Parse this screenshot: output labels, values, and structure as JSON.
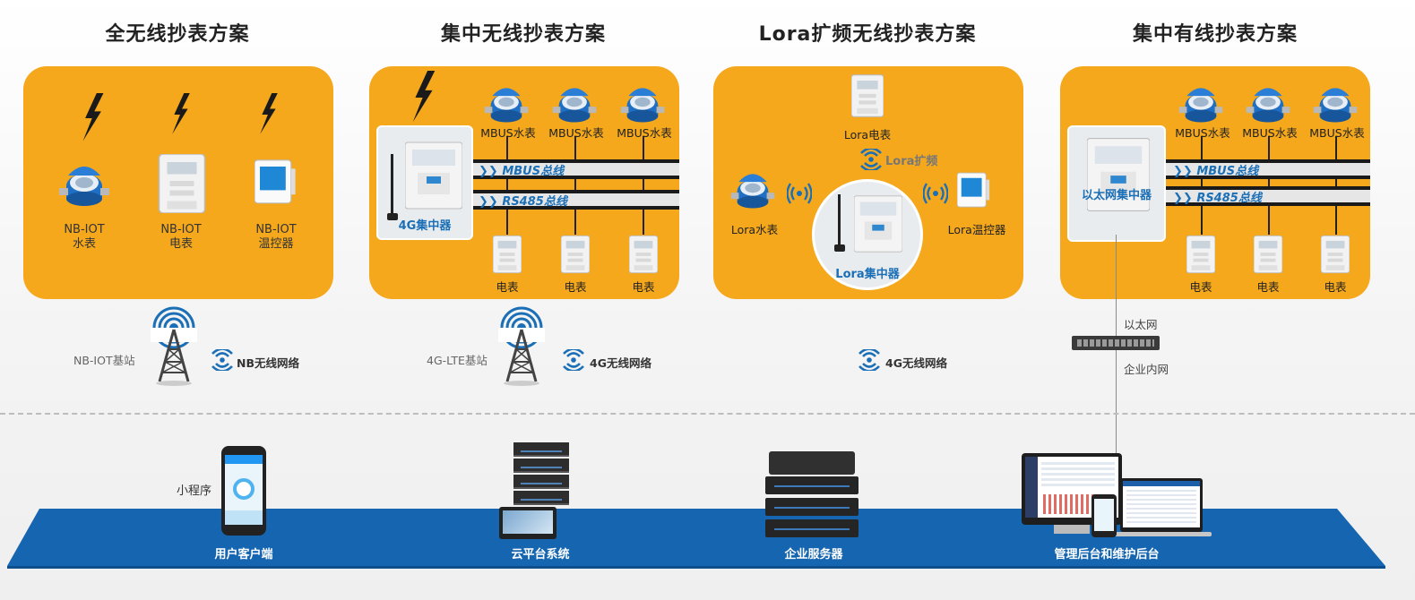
{
  "titles": [
    "全无线抄表方案",
    "集中无线抄表方案",
    "Lora扩频无线抄表方案",
    "集中有线抄表方案"
  ],
  "panel1": {
    "water": "NB-IOT\n水表",
    "water_l1": "NB-IOT",
    "water_l2": "水表",
    "elec_l1": "NB-IOT",
    "elec_l2": "电表",
    "thermo_l1": "NB-IOT",
    "thermo_l2": "温控器"
  },
  "panel2": {
    "mbus_meter": "MBUS水表",
    "mbus_bus": "MBUS总线",
    "rs485_bus": "RS485总线",
    "concentrator": "4G集中器",
    "elec": "电表"
  },
  "panel3": {
    "elec": "Lora电表",
    "lora_spread": "Lora扩频",
    "water": "Lora水表",
    "thermo": "Lora温控器",
    "concentrator": "Lora集中器"
  },
  "panel4": {
    "mbus_meter": "MBUS水表",
    "mbus_bus": "MBUS总线",
    "rs485_bus": "RS485总线",
    "concentrator": "以太网集中器",
    "elec": "电表"
  },
  "network": {
    "nb_station": "NB-IOT基站",
    "nb_net": "NB无线网络",
    "lte_station": "4G-LTE基站",
    "g4_net": "4G无线网络",
    "g4_net2": "4G无线网络",
    "ethernet": "以太网",
    "intranet": "企业内网"
  },
  "platform": {
    "mini_program": "小程序",
    "user_client": "用户客户端",
    "cloud": "云平台系统",
    "server": "企业服务器",
    "admin": "管理后台和维护后台"
  },
  "colors": {
    "panel": "#f5a81c",
    "platform_blue": "#1565b0",
    "accent_blue": "#1b6fb6"
  }
}
